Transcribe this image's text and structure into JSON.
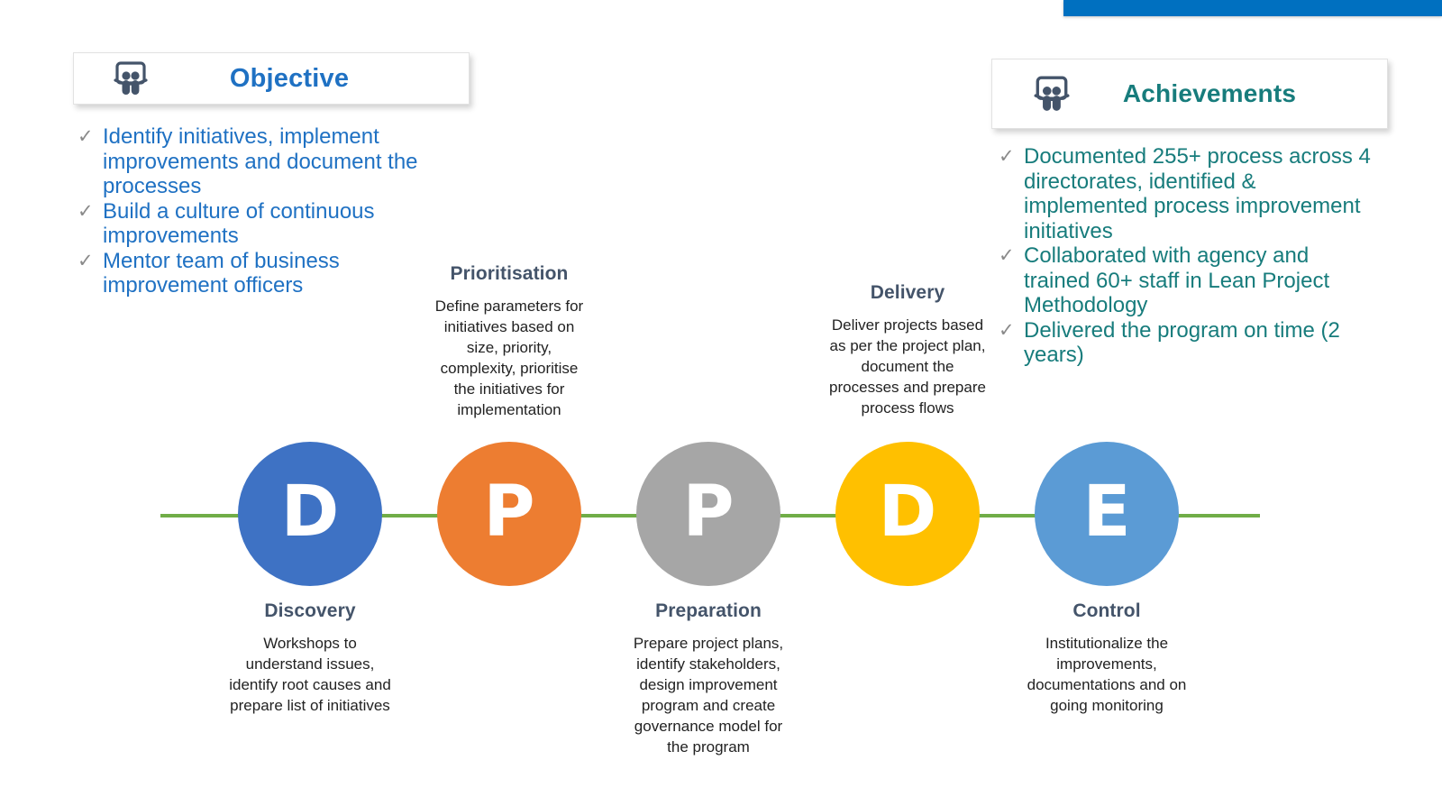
{
  "accent_bar": {
    "color": "#0070C0"
  },
  "objective_panel": {
    "icon": "people-team-icon",
    "title": "Objective",
    "color": "#1F71C3",
    "bullets": [
      "Identify initiatives, implement improvements and document the processes",
      "Build a culture of continuous improvements",
      "Mentor team of business improvement officers"
    ],
    "check_glyph": "✓"
  },
  "achievements_panel": {
    "icon": "people-team-icon",
    "title": "Achievements",
    "color": "#177C7C",
    "bullets": [
      "Documented 255+ process across 4 directorates, identified & implemented process improvement initiatives",
      "Collaborated with agency and trained 60+ staff in Lean Project Methodology",
      "Delivered the program on time (2 years)"
    ],
    "check_glyph": "✓"
  },
  "process": {
    "connector_color": "#70AD47",
    "steps": [
      {
        "letter": "D",
        "color": "#3E72C4",
        "title": "Discovery",
        "description": "Workshops to understand issues, identify root causes and prepare list of initiatives",
        "position": "below"
      },
      {
        "letter": "P",
        "color": "#ED7D31",
        "title": "Prioritisation",
        "description": "Define parameters for initiatives based on size, priority, complexity, prioritise the initiatives for implementation",
        "position": "above"
      },
      {
        "letter": "P",
        "color": "#A6A6A6",
        "title": "Preparation",
        "description": "Prepare project plans, identify stakeholders, design improvement program and create governance model for the program",
        "position": "below"
      },
      {
        "letter": "D",
        "color": "#FFC000",
        "title": "Delivery",
        "description": "Deliver projects based as per the project plan, document the processes and prepare process flows",
        "position": "above"
      },
      {
        "letter": "E",
        "color": "#5B9BD5",
        "title": "Control",
        "description": "Institutionalize the improvements, documentations and on going monitoring",
        "position": "below"
      }
    ]
  }
}
